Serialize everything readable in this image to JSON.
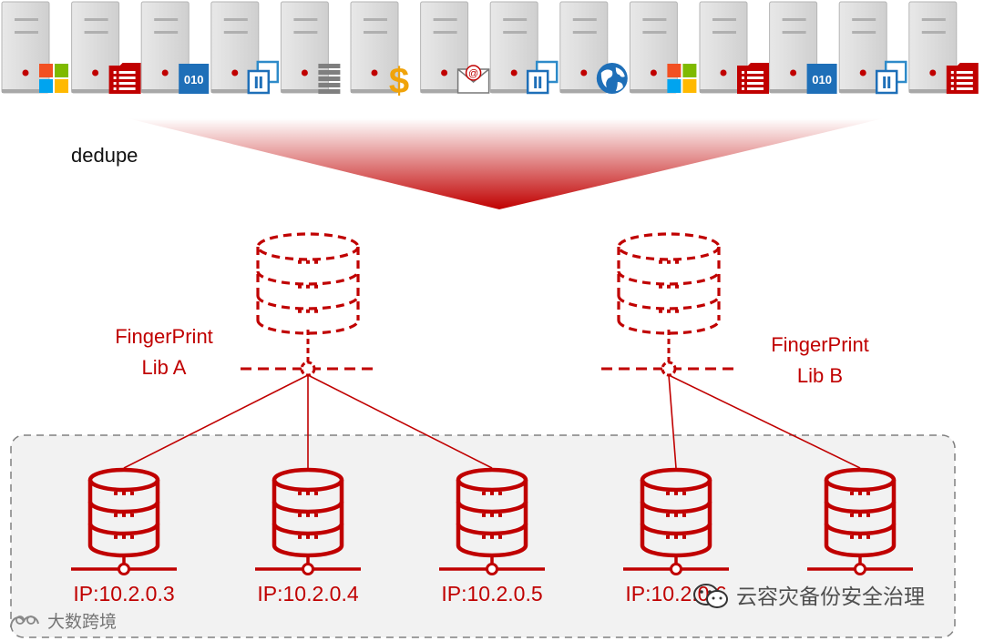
{
  "top_label": "dedupe",
  "app_icons": [
    "windows-logo-icon",
    "database-table-icon",
    "binary-010-icon",
    "virtual-machine-icon",
    "disk-stack-icon",
    "dollar-icon",
    "email-icon",
    "virtual-machine-icon",
    "globe-icon",
    "windows-logo-icon",
    "database-table-icon",
    "binary-010-icon",
    "virtual-machine-icon",
    "database-table-icon"
  ],
  "binary_text": "010",
  "libs": [
    {
      "line1": "FingerPrint",
      "line2": "Lib A"
    },
    {
      "line1": "FingerPrint",
      "line2": "Lib B"
    }
  ],
  "nodes": [
    "IP:10.2.0.3",
    "IP:10.2.0.4",
    "IP:10.2.0.5",
    "IP:10.2.0.6"
  ],
  "watermarks": {
    "right": "云容灾备份安全治理",
    "left": "大数跨境"
  },
  "colors": {
    "accent": "#c00000",
    "group_bg": "#f2f2f2",
    "server": "#d9d9d9"
  }
}
